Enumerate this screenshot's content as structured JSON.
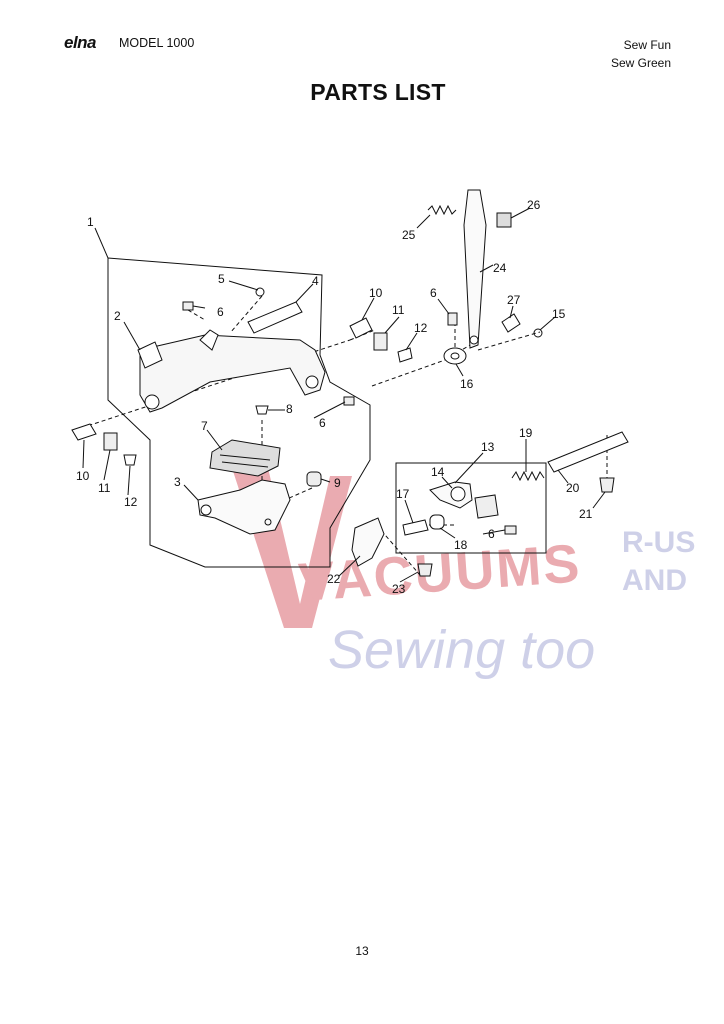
{
  "header": {
    "brand": "elna",
    "model": "MODEL 1000",
    "lines": [
      "Sew Fun",
      "Sew Green"
    ]
  },
  "title": "PARTS LIST",
  "page_number": "13",
  "watermark": {
    "main": "VACUUMS",
    "side_top": "R-US",
    "side_bottom": "AND",
    "script": "Sewing too",
    "colors": {
      "red": "#e8a2a8",
      "blue": "#c9cbe6"
    }
  },
  "callouts": [
    {
      "id": "c1",
      "label": "1"
    },
    {
      "id": "c2",
      "label": "2"
    },
    {
      "id": "c3",
      "label": "3"
    },
    {
      "id": "c4",
      "label": "4"
    },
    {
      "id": "c5",
      "label": "5"
    },
    {
      "id": "c6a",
      "label": "6"
    },
    {
      "id": "c6b",
      "label": "6"
    },
    {
      "id": "c6c",
      "label": "6"
    },
    {
      "id": "c6d",
      "label": "6"
    },
    {
      "id": "c7",
      "label": "7"
    },
    {
      "id": "c8",
      "label": "8"
    },
    {
      "id": "c9",
      "label": "9"
    },
    {
      "id": "c10a",
      "label": "10"
    },
    {
      "id": "c10b",
      "label": "10"
    },
    {
      "id": "c11a",
      "label": "11"
    },
    {
      "id": "c11b",
      "label": "11"
    },
    {
      "id": "c12a",
      "label": "12"
    },
    {
      "id": "c12b",
      "label": "12"
    },
    {
      "id": "c13",
      "label": "13"
    },
    {
      "id": "c14",
      "label": "14"
    },
    {
      "id": "c15",
      "label": "15"
    },
    {
      "id": "c16",
      "label": "16"
    },
    {
      "id": "c17",
      "label": "17"
    },
    {
      "id": "c18",
      "label": "18"
    },
    {
      "id": "c19",
      "label": "19"
    },
    {
      "id": "c20",
      "label": "20"
    },
    {
      "id": "c21",
      "label": "21"
    },
    {
      "id": "c22",
      "label": "22"
    },
    {
      "id": "c23",
      "label": "23"
    },
    {
      "id": "c24",
      "label": "24"
    },
    {
      "id": "c25",
      "label": "25"
    },
    {
      "id": "c26",
      "label": "26"
    },
    {
      "id": "c27",
      "label": "27"
    }
  ]
}
